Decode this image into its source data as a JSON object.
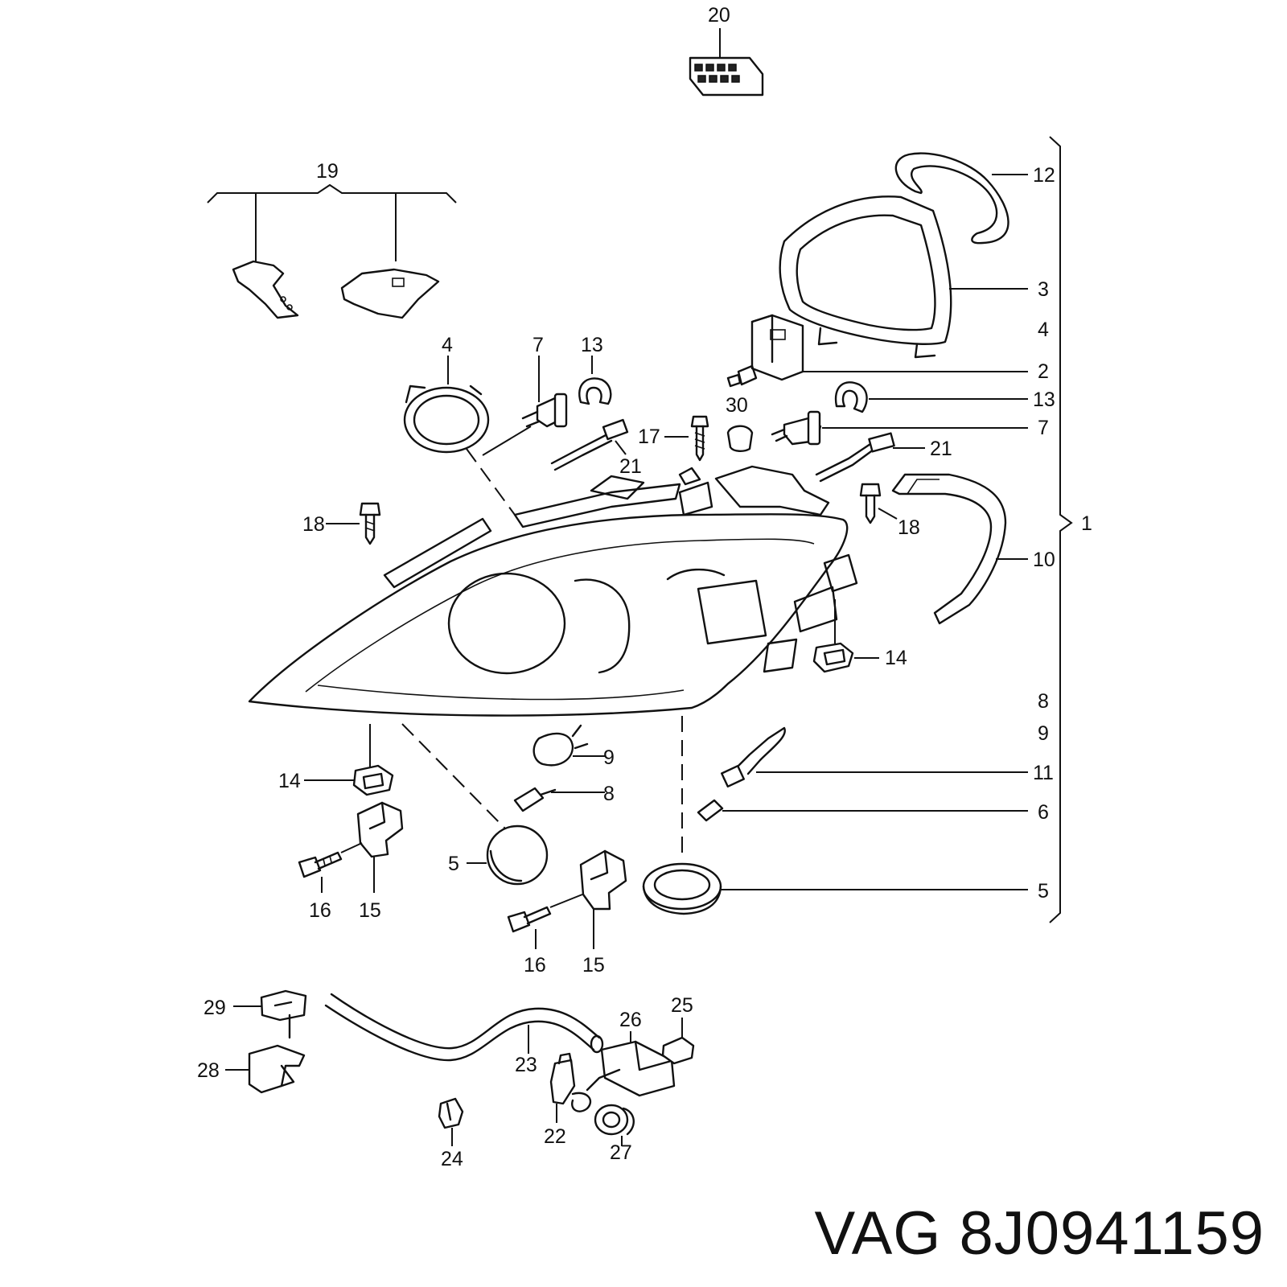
{
  "callouts": [
    "1",
    "2",
    "3",
    "4",
    "4",
    "5",
    "5",
    "6",
    "7",
    "7",
    "8",
    "8",
    "9",
    "9",
    "10",
    "11",
    "12",
    "13",
    "13",
    "14",
    "14",
    "15",
    "15",
    "16",
    "16",
    "17",
    "18",
    "18",
    "19",
    "20",
    "21",
    "21",
    "22",
    "23",
    "24",
    "25",
    "26",
    "27",
    "28",
    "29",
    "30"
  ],
  "footer": {
    "brand": "VAG",
    "part_number": "8J0941159"
  }
}
